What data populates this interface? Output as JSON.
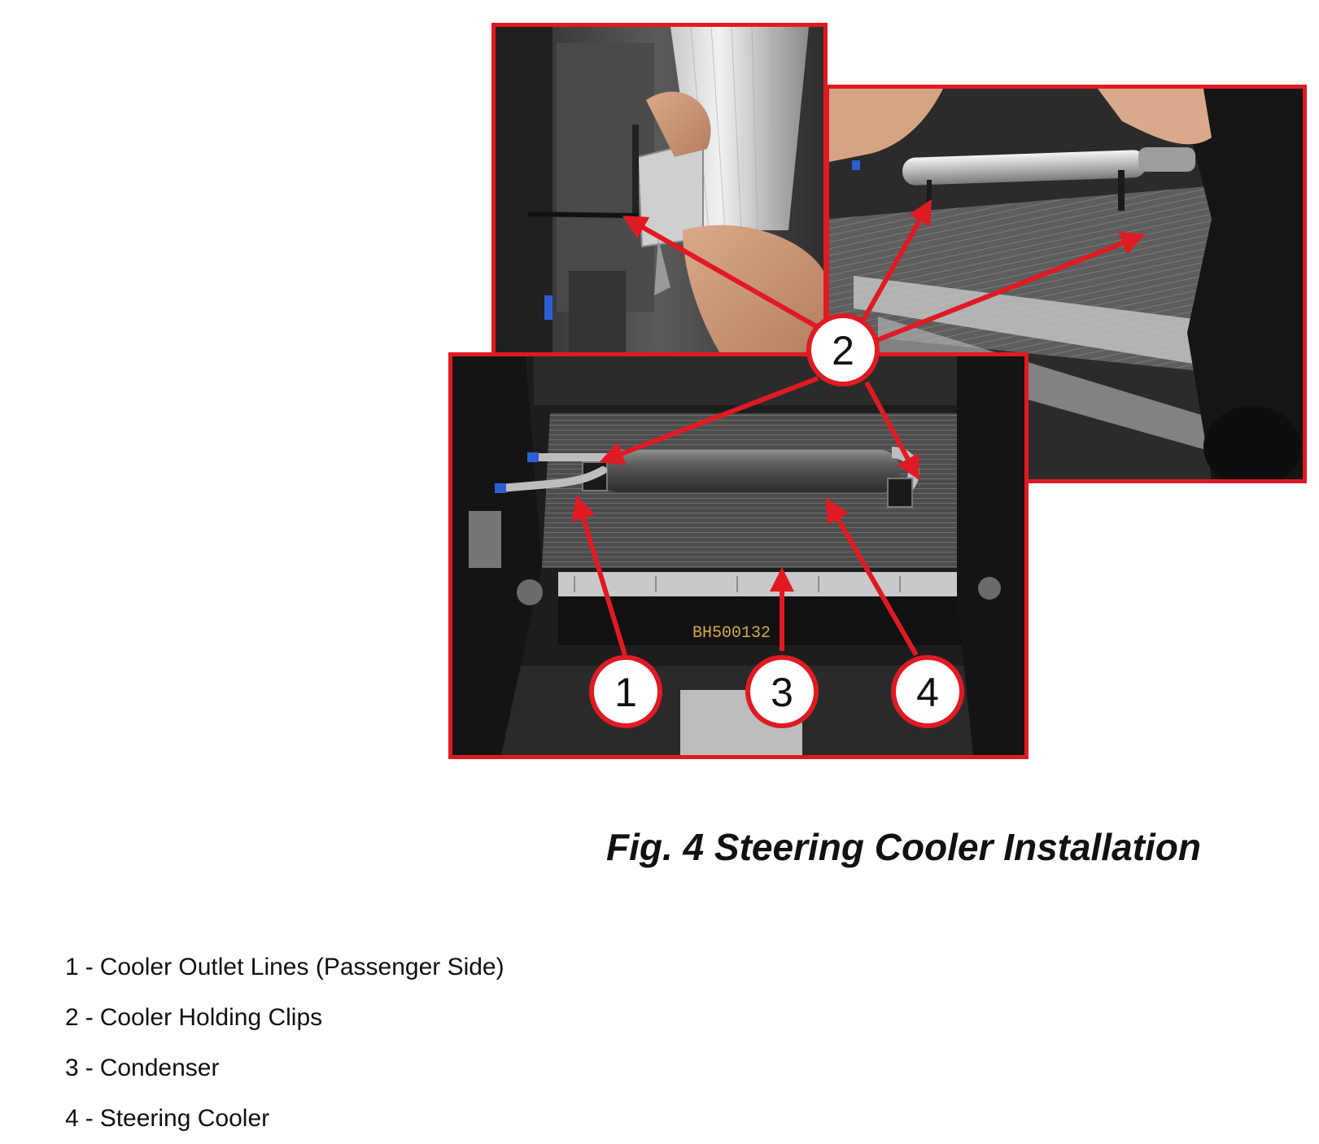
{
  "figure": {
    "caption": "Fig. 4 Steering Cooler Installation",
    "frame_color": "#e01a22",
    "callouts": [
      {
        "number": "1"
      },
      {
        "number": "2"
      },
      {
        "number": "3"
      },
      {
        "number": "4"
      }
    ],
    "photo_stamp": "BH500132"
  },
  "legend": {
    "items": [
      {
        "number": "1",
        "label": "Cooler Outlet Lines (Passenger Side)"
      },
      {
        "number": "2",
        "label": "Cooler Holding Clips"
      },
      {
        "number": "3",
        "label": "Condenser"
      },
      {
        "number": "4",
        "label": "Steering Cooler"
      }
    ]
  }
}
